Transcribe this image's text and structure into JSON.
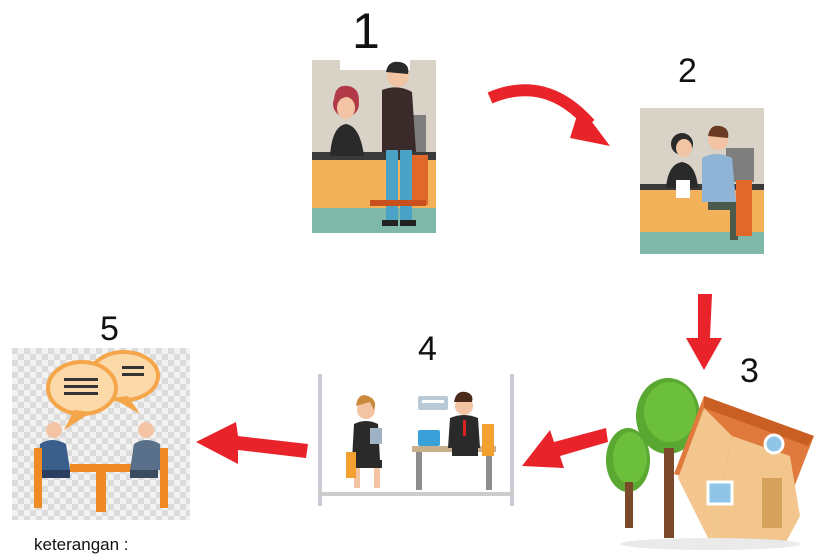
{
  "steps": [
    {
      "number": "1"
    },
    {
      "number": "2"
    },
    {
      "number": "3"
    },
    {
      "number": "4"
    },
    {
      "number": "5"
    }
  ],
  "caption": "keterangan :",
  "colors": {
    "arrow": "#e8242a",
    "desk": "#f3b25a",
    "teal_band": "#7fb7a8",
    "house_roof": "#e07a3c",
    "house_wall": "#f2c68c",
    "tree_green": "#6cbf3a",
    "bubble": "#f6a64a",
    "chair": "#f08a24"
  },
  "icons": [
    "receptionist-scene",
    "consultation-scene",
    "house-with-trees",
    "office-meeting-scene",
    "discussion-scene",
    "curved-arrow",
    "arrow-down",
    "arrow-left"
  ]
}
